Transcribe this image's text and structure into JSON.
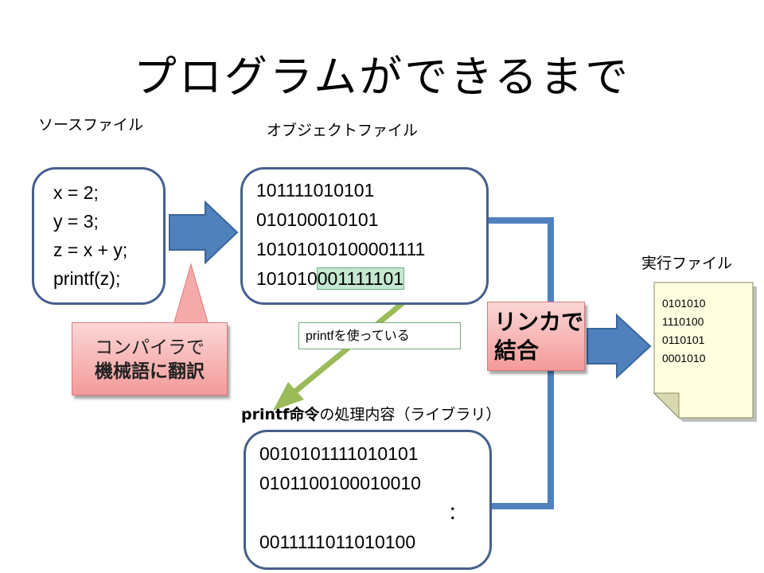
{
  "title": "プログラムができるまで",
  "labels": {
    "source_file": "ソースファイル",
    "object_file": "オブジェクトファイル",
    "executable_file": "実行ファイル",
    "printf_library": "printf命令の処理内容（ライブラリ）"
  },
  "source_code": [
    "x = 2;",
    "y = 3;",
    "z = x + y;",
    "printf(z);"
  ],
  "object_code": [
    "101111010101",
    "010100010101",
    "10101010100001111"
  ],
  "object_last_line": {
    "plain": "101010",
    "highlighted": "001111101"
  },
  "compiler_note": {
    "line1": "コンパイラで",
    "line2": "機械語に翻訳"
  },
  "printf_usage_note": {
    "prefix": "printf",
    "suffix": "を使っている"
  },
  "linker_note": {
    "line1": "リンカで",
    "line2": "結合"
  },
  "library_code": [
    "0010101111010101",
    "0101100100010010",
    "：",
    "0011111011010100"
  ],
  "executable_code": [
    "0101010",
    "1110100",
    "0110101",
    "0001010"
  ],
  "colors": {
    "box_border": "#46608c",
    "arrow_blue": "#4f81bd",
    "arrow_green": "#9bbb59",
    "highlight": "#c5e7d0",
    "note_red": "#f49a9a"
  }
}
